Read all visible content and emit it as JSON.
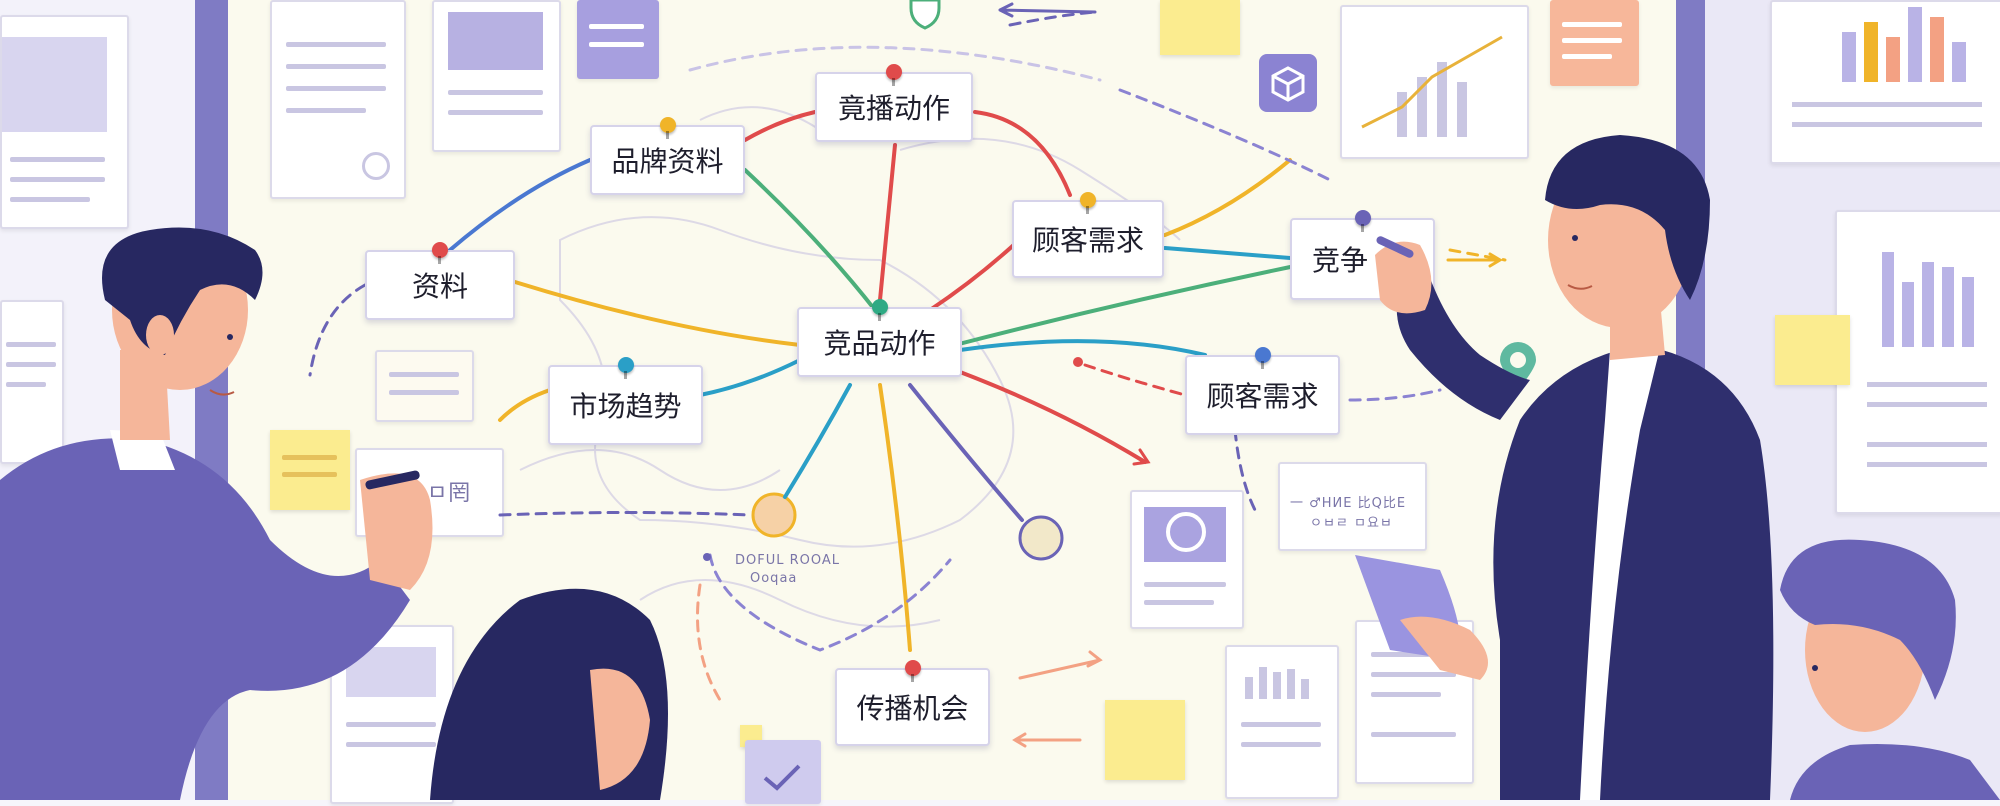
{
  "colors": {
    "board": "#fbfaee",
    "frame": "#7f7bc4",
    "suit": "#2f2f6e",
    "suit_left": "#6a63b6",
    "skin": "#f5b69a",
    "hair": "#272861",
    "accent_red": "#e04b4b",
    "accent_yellow": "#f0b429",
    "accent_green": "#4caf7a",
    "accent_blue": "#4a78d1"
  },
  "mindmap": {
    "center": "竞品动作",
    "nodes": {
      "brand": "品牌资料",
      "action_top": "竟播动作",
      "materials": "资料",
      "needs_top": "顾客需求",
      "competition": "竞争",
      "trend": "市场趋势",
      "needs_mid": "顾客需求",
      "spread": "传播机会"
    },
    "scribbles": {
      "card_left": "ㅁ罔",
      "card_right_line1": "一 ♂HИE 比Q比E",
      "card_right_line2": "ㅇㅂㄹ ㅁ요ㅂ",
      "map_small_line1": "DOFUL ROOAL",
      "map_small_line2": "Ooqaa"
    }
  },
  "icons": [
    "shield-icon",
    "box-icon",
    "location-pin-icon",
    "check-icon",
    "photo-icon"
  ]
}
